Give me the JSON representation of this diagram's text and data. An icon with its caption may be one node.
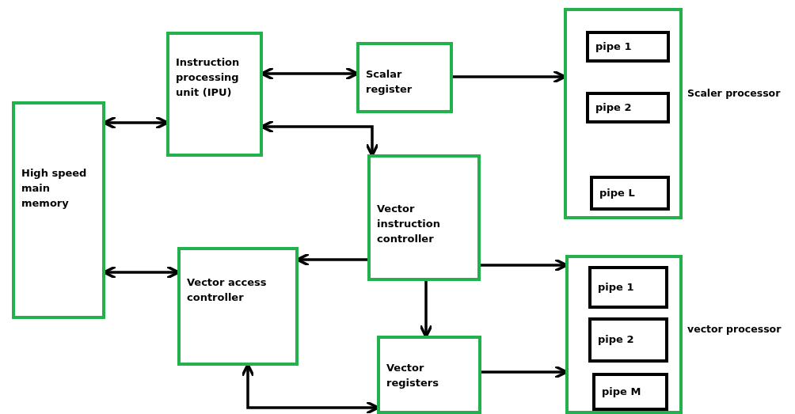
{
  "diagram": {
    "nodes": [
      {
        "text": [
          "High speed main memory"
        ]
      },
      {
        "text": [
          "Instruction processing unit (IPU)"
        ]
      },
      {
        "text": [
          "Scalar register"
        ]
      },
      {
        "text": [],
        "shape": "box",
        "beside": [
          "Scaler processor"
        ]
      },
      {
        "text": [
          "pipe 1"
        ],
        "in": 3
      },
      {
        "text": [
          "pipe 2"
        ],
        "in": 3
      },
      {
        "text": [
          "pipe L"
        ],
        "in": 3
      },
      {
        "text": [
          "Vector instruction controller"
        ]
      },
      {
        "text": [
          "Vector access controller"
        ]
      },
      {
        "text": [
          "Vector registers"
        ]
      },
      {
        "text": [],
        "shape": "box",
        "beside": [
          "vector processor"
        ]
      },
      {
        "text": [
          "pipe 1"
        ],
        "in": 10
      },
      {
        "text": [
          "pipe 2"
        ],
        "in": 10
      },
      {
        "text": [
          "pipe M"
        ],
        "in": 10
      }
    ],
    "edges": [
      {
        "from": 0,
        "to": 1,
        "arrow": "both"
      },
      {
        "from": 1,
        "to": 2,
        "arrow": "both"
      },
      {
        "from": 2,
        "to": 3,
        "arrow": "to"
      },
      {
        "from": 1,
        "to": 7,
        "arrow": "both"
      },
      {
        "from": 7,
        "to": 8,
        "arrow": "to"
      },
      {
        "from": 0,
        "to": 8,
        "arrow": "both"
      },
      {
        "from": 7,
        "to": 10,
        "arrow": "to"
      },
      {
        "from": 7,
        "to": 9,
        "arrow": "to"
      },
      {
        "from": 9,
        "to": 10,
        "arrow": "to"
      },
      {
        "from": 9,
        "to": 8,
        "arrow": "both"
      }
    ]
  }
}
